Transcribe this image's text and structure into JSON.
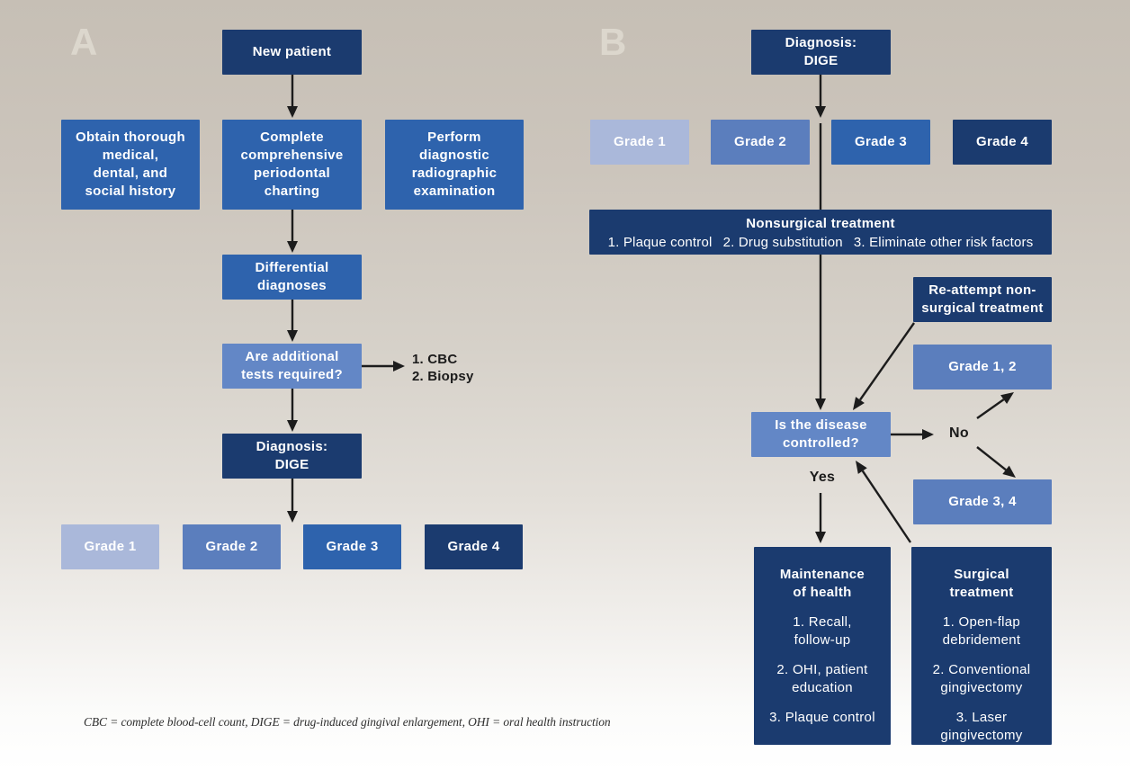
{
  "colors": {
    "dark_navy": "#1b3b6f",
    "medium_blue": "#2e63ad",
    "soft_blue": "#5b7ebd",
    "question_blue": "#6387c6",
    "light_blue": "#aab8da",
    "arrow_black": "#1c1c1c",
    "background_top": "#c6bfb5",
    "background_bottom": "#ffffff",
    "panel_letter": "#dcd7cd"
  },
  "panel_a": {
    "label": "A",
    "new_patient": "New patient",
    "history": "Obtain thorough\nmedical,\ndental, and\nsocial history",
    "charting": "Complete\ncomprehensive\nperiodontal\ncharting",
    "radiographic": "Perform\ndiagnostic\nradiographic\nexamination",
    "differential": "Differential\ndiagnoses",
    "additional_tests": "Are additional\ntests required?",
    "tests_list": [
      "1. CBC",
      "2. Biopsy"
    ],
    "diagnosis": "Diagnosis:\nDIGE",
    "grades": [
      "Grade 1",
      "Grade 2",
      "Grade 3",
      "Grade 4"
    ]
  },
  "panel_b": {
    "label": "B",
    "diagnosis": "Diagnosis:\nDIGE",
    "grades": [
      "Grade 1",
      "Grade 2",
      "Grade 3",
      "Grade 4"
    ],
    "nonsurgical": {
      "title": "Nonsurgical treatment",
      "items": [
        "1. Plaque control",
        "2. Drug substitution",
        "3. Eliminate other risk factors"
      ]
    },
    "reattempt": "Re-attempt non-\nsurgical treatment",
    "grade12": "Grade 1, 2",
    "controlled": "Is the disease\ncontrolled?",
    "no_label": "No",
    "yes_label": "Yes",
    "grade34": "Grade 3, 4",
    "maintenance": {
      "title": "Maintenance\nof health",
      "items": [
        "1. Recall,\nfollow-up",
        "2. OHI, patient\neducation",
        "3. Plaque control"
      ]
    },
    "surgical": {
      "title": "Surgical\ntreatment",
      "items": [
        "1. Open-flap\ndebridement",
        "2. Conventional\ngingivectomy",
        "3. Laser\ngingivectomy"
      ]
    }
  },
  "caption": "CBC = complete blood-cell count, DIGE = drug-induced gingival enlargement, OHI = oral health instruction"
}
